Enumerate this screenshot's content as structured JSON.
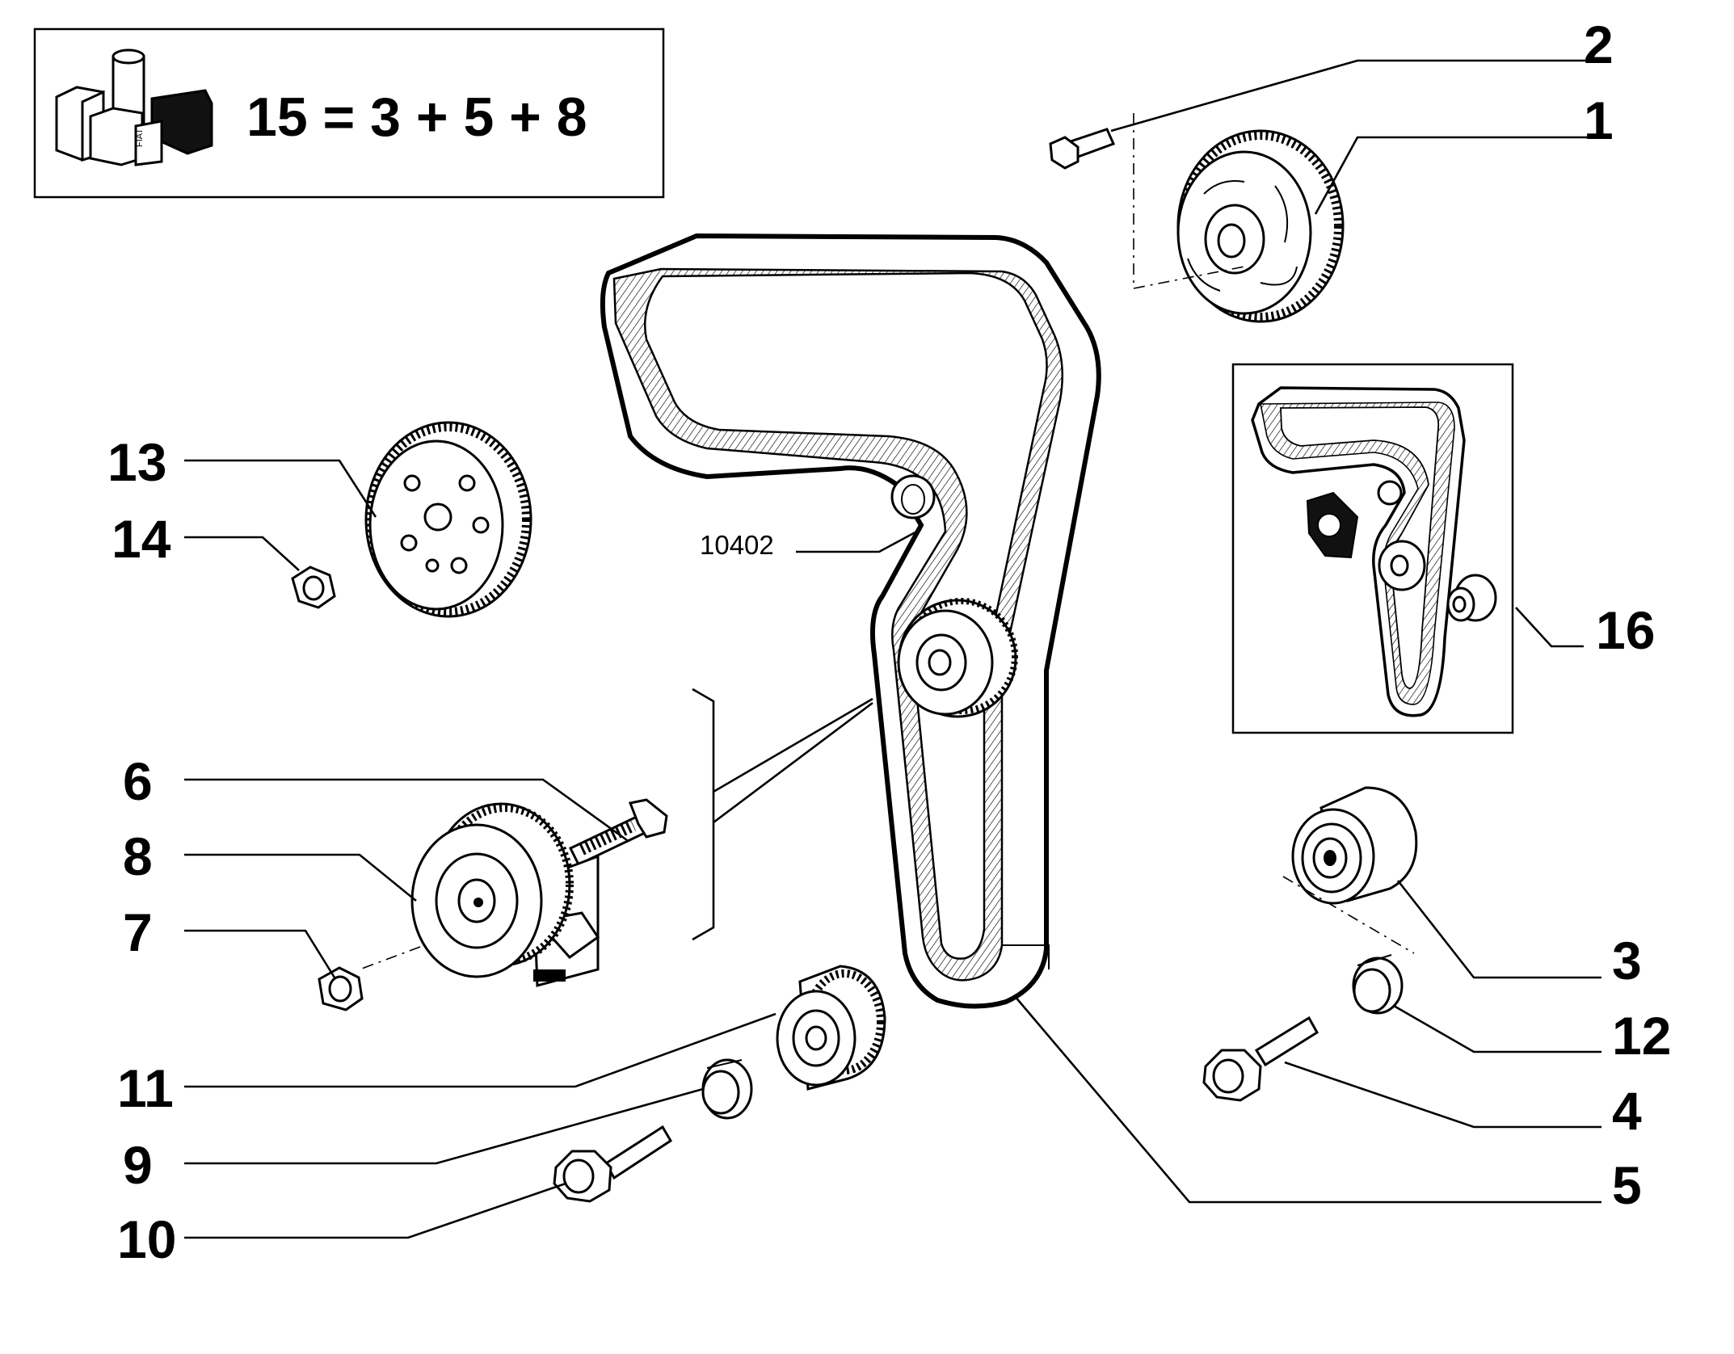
{
  "kit": {
    "formula": "15 = 3 + 5 + 8",
    "brand_mark": "FIAT"
  },
  "reference": {
    "code": "10402"
  },
  "callouts": [
    {
      "id": "p1",
      "label": "1"
    },
    {
      "id": "p2",
      "label": "2"
    },
    {
      "id": "p3",
      "label": "3"
    },
    {
      "id": "p4",
      "label": "4"
    },
    {
      "id": "p5",
      "label": "5"
    },
    {
      "id": "p6",
      "label": "6"
    },
    {
      "id": "p7",
      "label": "7"
    },
    {
      "id": "p8",
      "label": "8"
    },
    {
      "id": "p9",
      "label": "9"
    },
    {
      "id": "p10",
      "label": "10"
    },
    {
      "id": "p11",
      "label": "11"
    },
    {
      "id": "p12",
      "label": "12"
    },
    {
      "id": "p13",
      "label": "13"
    },
    {
      "id": "p14",
      "label": "14"
    },
    {
      "id": "p16",
      "label": "16"
    }
  ]
}
